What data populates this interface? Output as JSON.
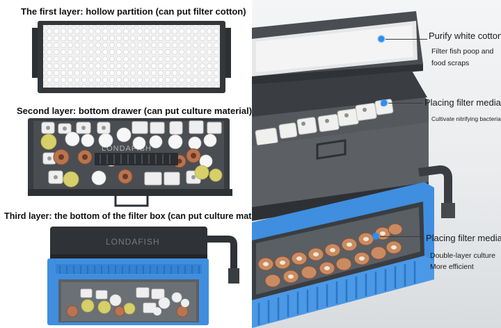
{
  "left_panel": {
    "layer1_caption": "The first layer: hollow partition (can put filter cotton)",
    "layer2_caption": "Second layer: bottom drawer (can put culture material)",
    "layer3_caption": "Third layer: the bottom of the filter box (can put culture material)",
    "drawer_watermark": "LONDAFISH",
    "box_watermark": "LONDAFISH"
  },
  "right_panel": {
    "label1_title": "Purify white cotton",
    "label1_sub1": "Filter fish poop and",
    "label1_sub2": "food scraps",
    "label2_title": "Placing filter media",
    "label2_sub": "Cultivate nitrifying bacteria",
    "label3_title": "Placing filter media",
    "label3_sub1": "Double-layer culture",
    "label3_sub2": "More efficient"
  },
  "colors": {
    "tray_dark": "#3f4347",
    "box_blue": "#3f8ee0",
    "callout_dot": "#2f8df0"
  }
}
